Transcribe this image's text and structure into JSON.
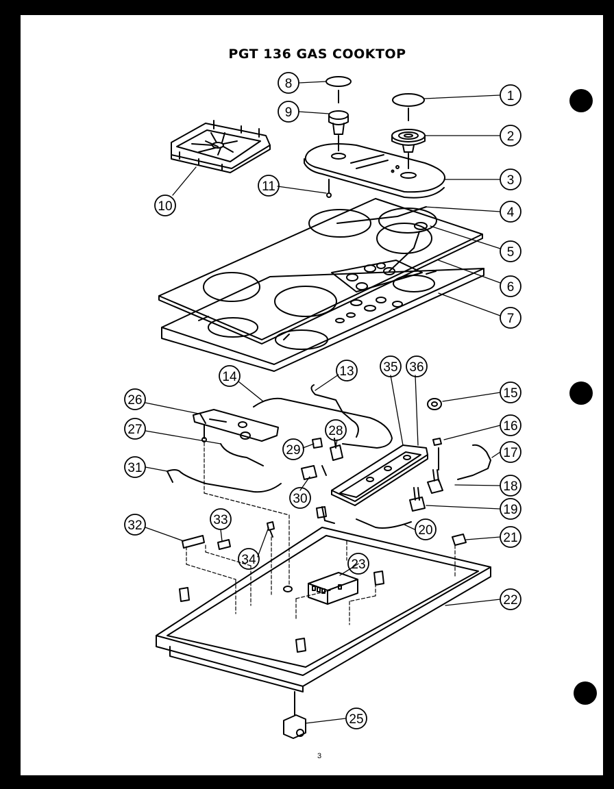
{
  "title": "PGT 136 GAS COOKTOP",
  "page_number": "3",
  "callouts": [
    "1",
    "2",
    "3",
    "4",
    "5",
    "6",
    "7",
    "8",
    "9",
    "10",
    "11",
    "13",
    "14",
    "15",
    "16",
    "17",
    "18",
    "19",
    "20",
    "21",
    "22",
    "23",
    "25",
    "26",
    "27",
    "28",
    "29",
    "30",
    "31",
    "32",
    "33",
    "34",
    "35",
    "36"
  ]
}
